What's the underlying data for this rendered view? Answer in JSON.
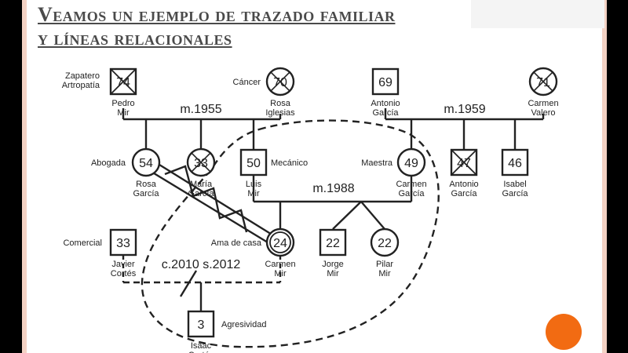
{
  "title": {
    "line1": "Veamos un ejemplo de trazado familiar",
    "line2": "y líneas relacionales"
  },
  "colors": {
    "accent_border": "#f3d2c4",
    "orange_circle": "#f26b12",
    "line": "#222222"
  },
  "genogram": {
    "grandparents_paternal": {
      "father": {
        "name1": "Pedro",
        "name2": "Mir",
        "age": "74",
        "note1": "Zapatero",
        "note2": "Artropatía",
        "shape": "square",
        "deceased": true
      },
      "mother": {
        "name1": "Rosa",
        "name2": "Iglesias",
        "age": "70",
        "note": "Cáncer",
        "shape": "circle",
        "deceased": true
      },
      "union": "m.1955"
    },
    "grandparents_maternal": {
      "father": {
        "name1": "Antonio",
        "name2": "García",
        "age": "69",
        "shape": "square",
        "deceased": false
      },
      "mother": {
        "name1": "Carmen",
        "name2": "Valero",
        "age": "71",
        "shape": "circle",
        "deceased": true
      },
      "union": "m.1959"
    },
    "parents_generation": [
      {
        "id": "rosa",
        "name1": "Rosa",
        "name2": "García",
        "age": "54",
        "note": "Abogada",
        "shape": "circle",
        "deceased": false
      },
      {
        "id": "maria",
        "name1": "María",
        "name2": "García",
        "age": "33",
        "shape": "circle",
        "deceased": true
      },
      {
        "id": "luis",
        "name1": "Luis",
        "name2": "Mir",
        "age": "50",
        "note": "Mecánico",
        "shape": "square",
        "deceased": false
      },
      {
        "id": "carmen",
        "name1": "Carmen",
        "name2": "García",
        "age": "49",
        "note": "Maestra",
        "shape": "circle",
        "deceased": false
      },
      {
        "id": "antonio",
        "name1": "Antonio",
        "name2": "García",
        "age": "47",
        "shape": "square",
        "deceased": true
      },
      {
        "id": "isabel",
        "name1": "Isabel",
        "name2": "García",
        "age": "46",
        "shape": "square",
        "deceased": false
      }
    ],
    "parents_union": "m.1988",
    "children": [
      {
        "id": "carmen_mir",
        "name1": "Carmen",
        "name2": "Mir",
        "age": "24",
        "note": "Ama de casa",
        "shape": "circle",
        "index": true
      },
      {
        "id": "jorge",
        "name1": "Jorge",
        "name2": "Mir",
        "age": "22",
        "shape": "square"
      },
      {
        "id": "pilar",
        "name1": "Pilar",
        "name2": "Mir",
        "age": "22",
        "shape": "circle"
      }
    ],
    "partner": {
      "name1": "Javier",
      "name2": "Cortés",
      "age": "33",
      "note": "Comercial",
      "shape": "square"
    },
    "partner_union": "c.2010 s.2012",
    "grandchild": {
      "name1": "Isaac",
      "name2": "Cortés",
      "age": "3",
      "note": "Agresividad",
      "shape": "square"
    }
  }
}
